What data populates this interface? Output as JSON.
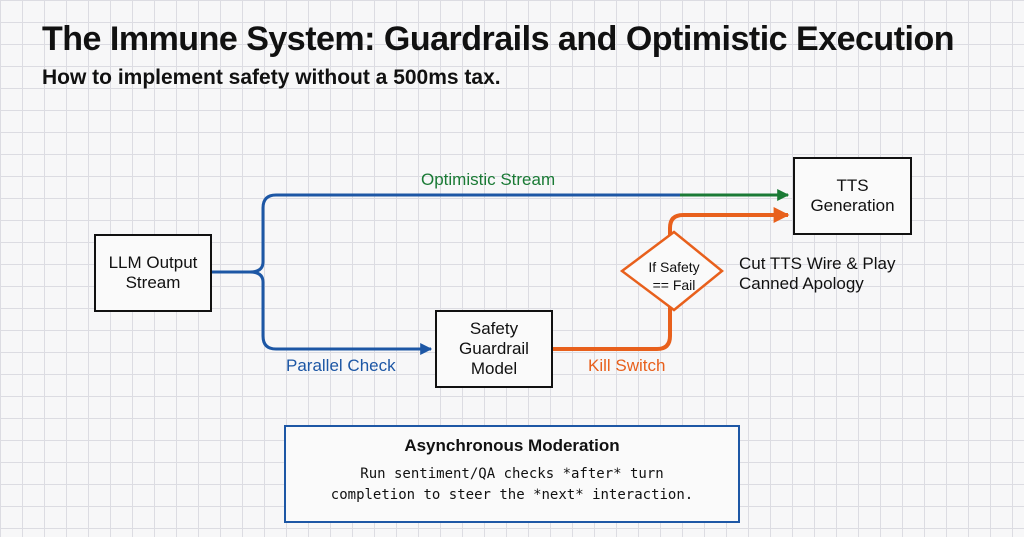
{
  "header": {
    "title": "The Immune System: Guardrails and Optimistic Execution",
    "subtitle": "How to implement safety without a 500ms tax."
  },
  "nodes": {
    "llm_output": {
      "lines": [
        "LLM Output",
        "Stream"
      ]
    },
    "tts_generation": {
      "lines": [
        "TTS",
        "Generation"
      ]
    },
    "safety_guardrail": {
      "lines": [
        "Safety",
        "Guardrail",
        "Model"
      ]
    },
    "decision": {
      "lines": [
        "If Safety",
        "== Fail"
      ]
    }
  },
  "edges": {
    "optimistic_stream": "Optimistic Stream",
    "parallel_check": "Parallel Check",
    "kill_switch": "Kill Switch"
  },
  "action": {
    "lines": [
      "Cut TTS Wire & Play",
      "Canned Apology"
    ]
  },
  "moderation": {
    "title": "Asynchronous Moderation",
    "lines": [
      "Run sentiment/QA checks *after* turn",
      "completion to steer the *next* interaction."
    ]
  },
  "colors": {
    "optimistic": "#1a7a35",
    "parallel": "#1d57a5",
    "kill_switch": "#e8601c",
    "box_border": "#111111",
    "moderation_border": "#1d57a5"
  }
}
